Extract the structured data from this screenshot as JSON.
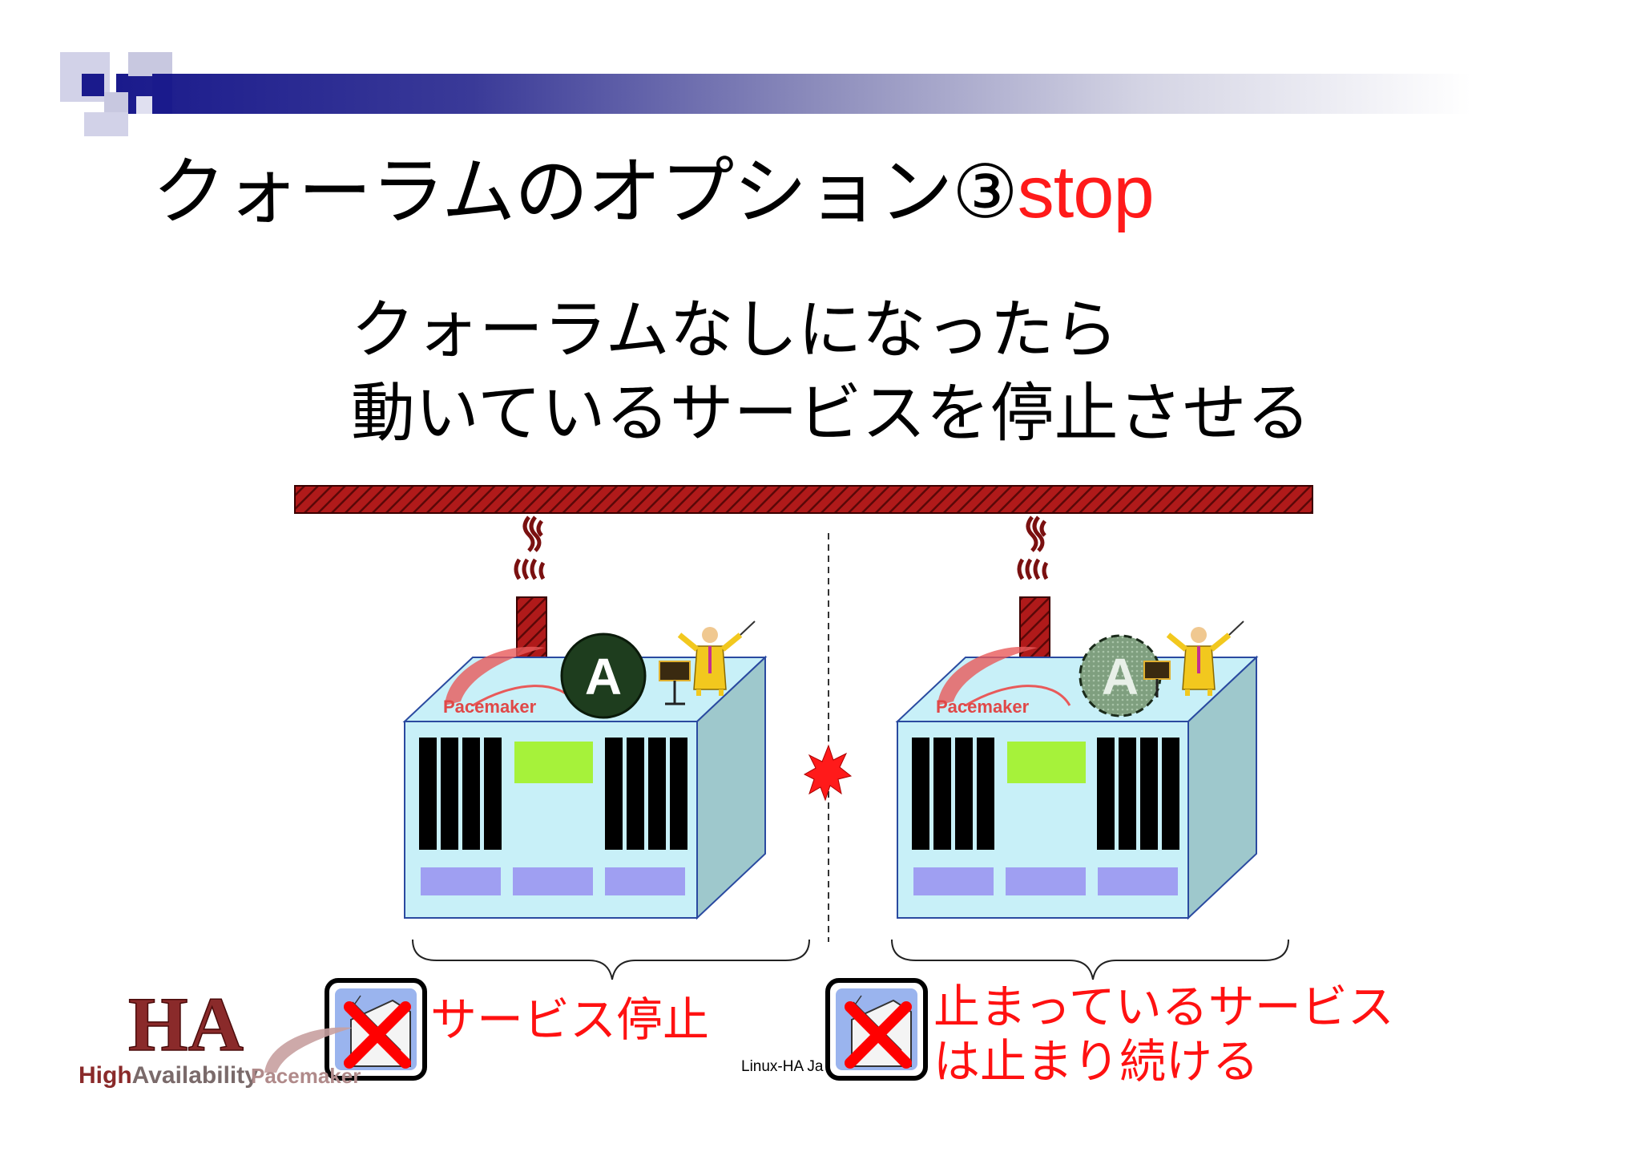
{
  "slide": {
    "title_main": "クォーラムのオプション③",
    "title_accent": "stop",
    "subtitle_line1": "クォーラムなしになったら",
    "subtitle_line2": "動いているサービスを停止させる",
    "left_caption": "サービス停止",
    "right_caption_line1": "止まっているサービス",
    "right_caption_line2": "は止まり続ける",
    "footer": "Linux-HA Ja",
    "resource_label": "A",
    "node_brand": "Pacemaker",
    "logo_ha_high": "High",
    "logo_ha_availability": "Availability",
    "logo_ha_mark": "HA",
    "logo_pacemaker": "Pacemaker"
  },
  "colors": {
    "header_bar_start": "#1a1a8c",
    "title_accent": "#ff1a1a",
    "caption": "#ff1111",
    "network_bar": "#a01818",
    "server_front": "#c8f0f8",
    "server_side": "#9ec8cc",
    "resource_active": "#1e3d1e",
    "resource_stopped": "#7a9a7a"
  },
  "icons": {
    "header_decor": "pixel-squares-icon",
    "heartbeat_cable": "heartbeat-cable-icon",
    "split_brain": "explosion-icon",
    "conductor": "conductor-icon",
    "stop_service": "stop-service-icon"
  }
}
